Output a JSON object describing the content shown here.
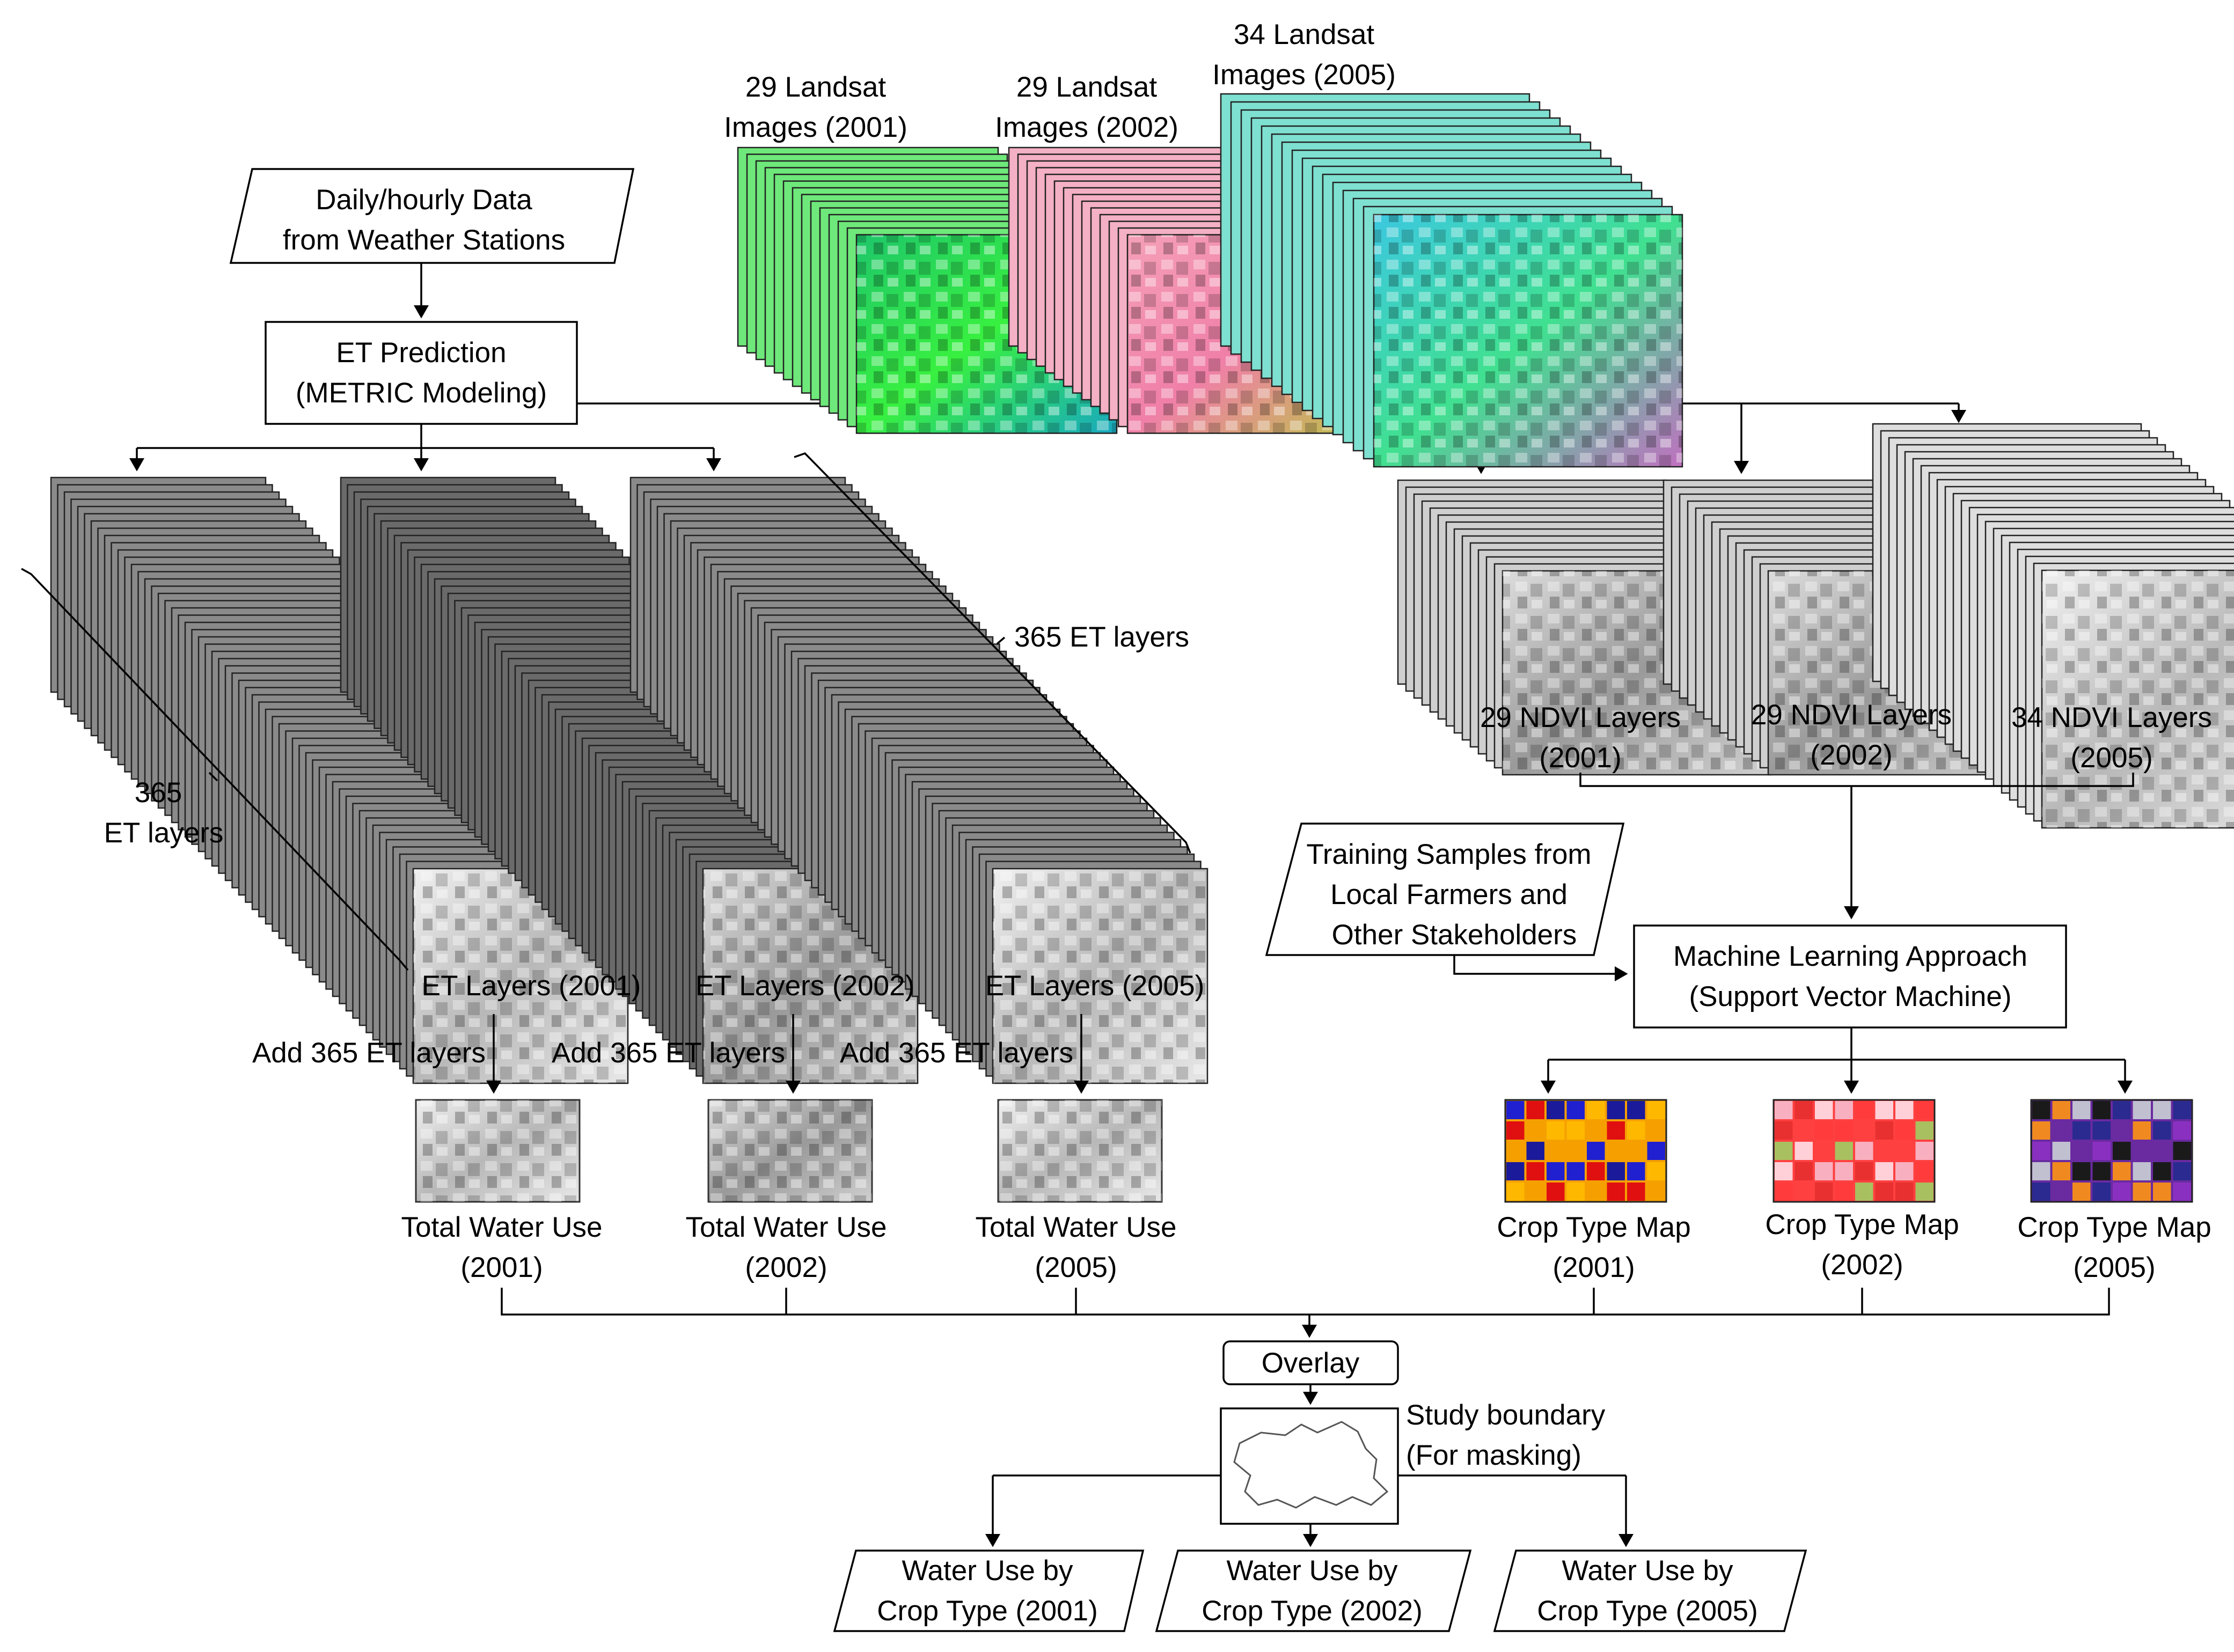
{
  "colors": {
    "line": "#000000",
    "landsat_2001": "#22dd55",
    "landsat_2002": "#f08ab0",
    "landsat_2005": "#4fd8c8",
    "crop_2001": "#f5a000",
    "crop_2002": "#ff3b3b",
    "crop_2005": "#6a2aa0"
  },
  "weather": {
    "line1": "Daily/hourly  Data",
    "line2": "from Weather Stations"
  },
  "et_prediction": {
    "line1": "ET Prediction",
    "line2": "(METRIC Modeling)"
  },
  "landsat": [
    {
      "line1": "29 Landsat",
      "line2": "Images (2001)"
    },
    {
      "line1": "29 Landsat",
      "line2": "Images (2002)"
    },
    {
      "line1": "34 Landsat",
      "line2": "Images (2005)"
    }
  ],
  "et_brackets": {
    "left": {
      "line1": "365",
      "line2": "ET layers"
    },
    "right": "365 ET layers"
  },
  "et_layers": [
    "ET Layers (2001)",
    "ET Layers (2002)",
    "ET Layers (2005)"
  ],
  "add_layers": [
    "Add  365  ET layers",
    "Add  365  ET layers",
    "Add  365  ET layers"
  ],
  "total_water": [
    {
      "line1": "Total Water Use",
      "line2": "(2001)"
    },
    {
      "line1": "Total Water Use",
      "line2": "(2002)"
    },
    {
      "line1": "Total Water Use",
      "line2": "(2005)"
    }
  ],
  "ndvi": [
    {
      "line1": "29 NDVI Layers",
      "line2": "(2001)"
    },
    {
      "line1": "29 NDVI Layers",
      "line2": "(2002)"
    },
    {
      "line1": "34 NDVI Layers",
      "line2": "(2005)"
    }
  ],
  "training": {
    "line1": "Training Samples  from",
    "line2": "Local Farmers  and",
    "line3": "Other Stakeholders"
  },
  "ml": {
    "line1": "Machine  Learning  Approach",
    "line2": "(Support  Vector Machine)"
  },
  "crop_maps": [
    {
      "line1": "Crop Type Map",
      "line2": "(2001)"
    },
    {
      "line1": "Crop Type Map",
      "line2": "(2002)"
    },
    {
      "line1": "Crop Type Map",
      "line2": "(2005)"
    }
  ],
  "overlay": "Overlay",
  "study_boundary": {
    "line1": "Study boundary",
    "line2": "(For masking)"
  },
  "water_use_by_crop": [
    {
      "line1": "Water Use by",
      "line2": "Crop Type (2001)"
    },
    {
      "line1": "Water Use by",
      "line2": "Crop Type (2002)"
    },
    {
      "line1": "Water Use by",
      "line2": "Crop Type (2005)"
    }
  ]
}
